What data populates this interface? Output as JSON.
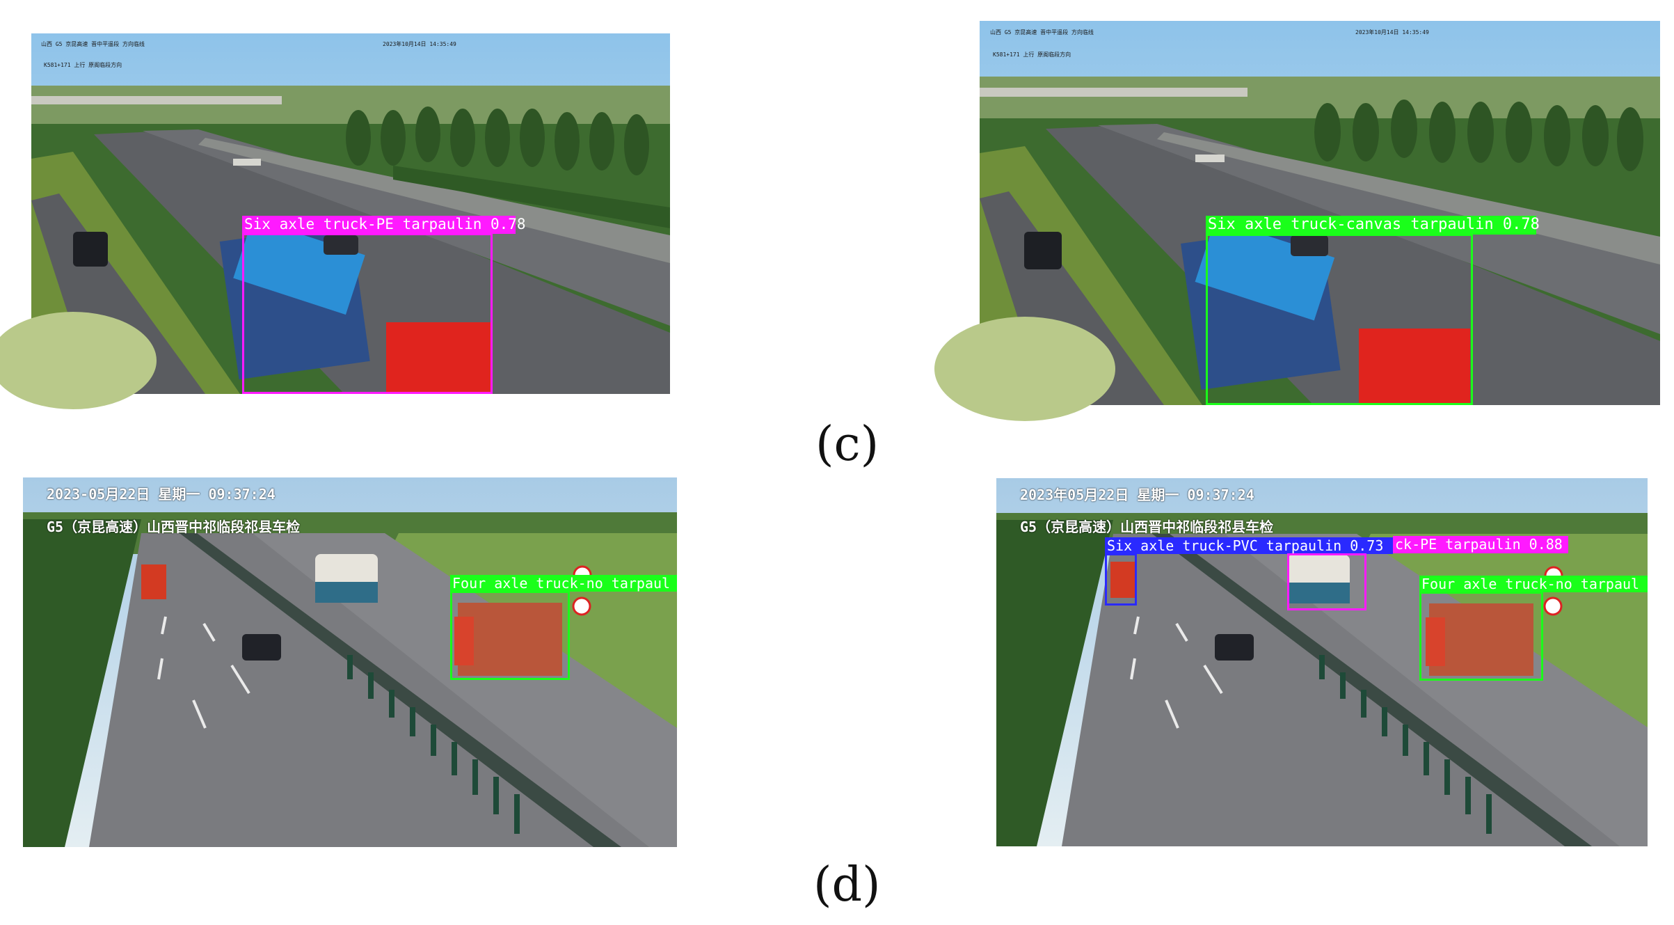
{
  "colors": {
    "magenta": "#ff1aff",
    "green": "#1aff1a",
    "blue": "#2a2aff"
  },
  "captions": {
    "c": "(c)",
    "d": "(d)"
  },
  "panels": {
    "c_left": {
      "osd_line1": "山西 G5 京昆高速 晋中平遥段 方向临线",
      "osd_time": "2023年10月14日 14:35:49",
      "osd_line2": "K581+171 上行 原阁临段方向",
      "detections": [
        {
          "label": "Six axle truck-PE tarpaulin 0.78",
          "color": "#ff1aff"
        }
      ]
    },
    "c_right": {
      "osd_line1": "山西 G5 京昆高速 晋中平遥段 方向临线",
      "osd_time": "2023年10月14日 14:35:49",
      "osd_line2": "K581+171 上行 原阁临段方向",
      "detections": [
        {
          "label": "Six axle truck-canvas tarpaulin 0.78",
          "color": "#1aff1a"
        }
      ]
    },
    "d_left": {
      "osd_time": "2023-05月22日 星期一 09:37:24",
      "osd_location": "G5（京昆高速）山西晋中祁临段祁县车检",
      "detections": [
        {
          "label": "Four axle truck-no tarpaul",
          "color": "#1aff1a"
        }
      ]
    },
    "d_right": {
      "osd_time": "2023年05月22日 星期一 09:37:24",
      "osd_location": "G5（京昆高速）山西晋中祁临段祁县车检",
      "detections": [
        {
          "label": "Six axle truck-PVC tarpaulin 0.73",
          "color": "#2a2aff"
        },
        {
          "label": "ck-PE tarpaulin 0.88",
          "color": "#ff1aff"
        },
        {
          "label": "Four axle truck-no tarpaul",
          "color": "#1aff1a"
        }
      ]
    }
  }
}
